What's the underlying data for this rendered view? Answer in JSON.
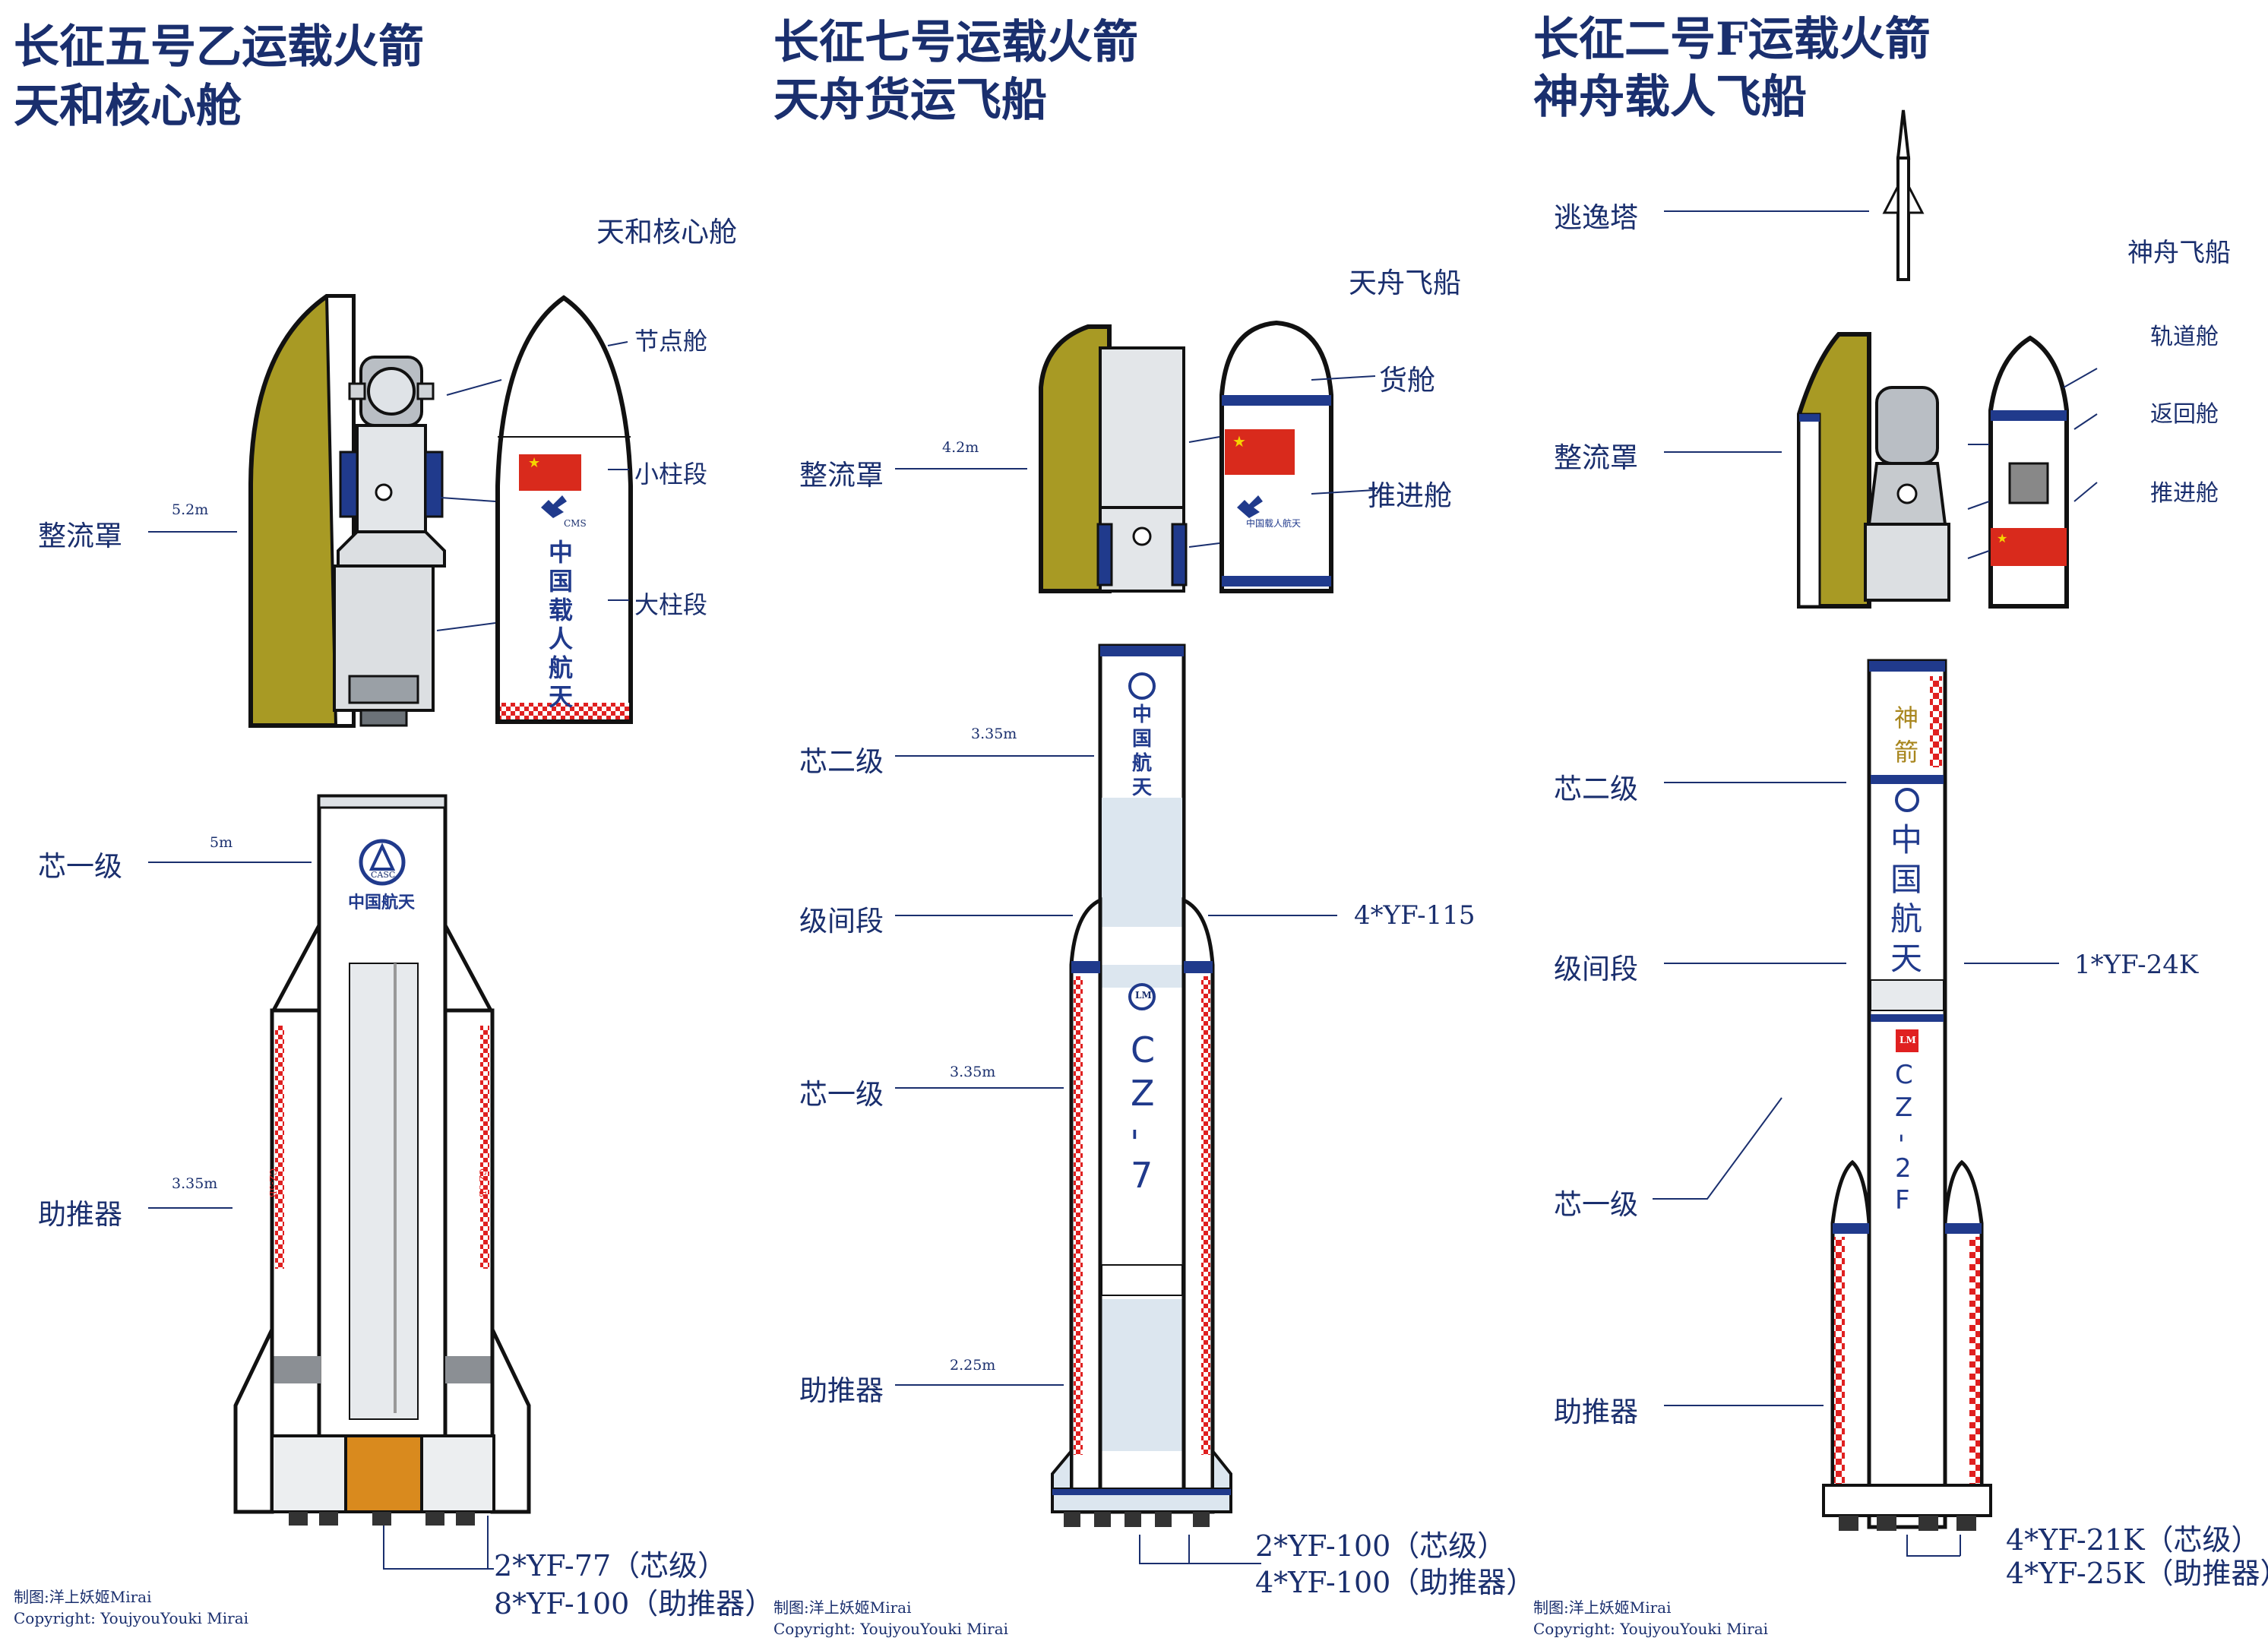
{
  "colors": {
    "ink": "#1a2f6e",
    "fairing_gold": "#a89a24",
    "flag_red": "#d92a1c",
    "stripe_red": "#e02020",
    "body_gray": "#e9ecef",
    "navy_band": "#203a8c",
    "orange_engine": "#d98a1e",
    "pale_blue": "#dce6ef"
  },
  "panels": [
    {
      "id": "cz5b",
      "title_line1": "长征五号乙运载火箭",
      "title_line2": "天和核心舱",
      "payload_name": "天和核心舱",
      "payload_parts": [
        "节点舱",
        "小柱段",
        "大柱段"
      ],
      "fairing_text": "中国载人航天",
      "fairing_logo": "CMS",
      "labels": {
        "fairing": "整流罩",
        "core1": "芯一级",
        "booster": "助推器"
      },
      "dims": {
        "fairing": "5.2m",
        "core1": "5m",
        "booster": "3.35m"
      },
      "rocket_marks": {
        "logo": "CASC",
        "name": "中国航天",
        "booster_mark": "CZ-5B"
      },
      "engines": [
        "2*YF-77（芯级）",
        "8*YF-100（助推器）"
      ],
      "credit_1": "制图:洋上妖姬Mirai",
      "credit_2": "Copyright: YoujyouYouki Mirai"
    },
    {
      "id": "cz7",
      "title_line1": "长征七号运载火箭",
      "title_line2": "天舟货运飞船",
      "payload_name": "天舟飞船",
      "payload_parts": [
        "货舱",
        "推进舱"
      ],
      "fairing_text": "中国载人航天",
      "labels": {
        "fairing": "整流罩",
        "core2": "芯二级",
        "interstage": "级间段",
        "core1": "芯一级",
        "booster": "助推器"
      },
      "dims": {
        "fairing": "4.2m",
        "core2": "3.35m",
        "core1": "3.35m",
        "booster": "2.25m"
      },
      "upper_engines": "4*YF-115",
      "rocket_marks": {
        "name": "中国航天",
        "lm": "LM",
        "code": [
          "C",
          "Z",
          "-",
          "7"
        ]
      },
      "engines": [
        "2*YF-100（芯级）",
        "4*YF-100（助推器）"
      ],
      "credit_1": "制图:洋上妖姬Mirai",
      "credit_2": "Copyright: YoujyouYouki Mirai"
    },
    {
      "id": "cz2f",
      "title_line1": "长征二号F运载火箭",
      "title_line2": "神舟载人飞船",
      "payload_name": "神舟飞船",
      "payload_parts": [
        "轨道舱",
        "返回舱",
        "推进舱"
      ],
      "labels": {
        "escape": "逃逸塔",
        "fairing": "整流罩",
        "core2": "芯二级",
        "interstage": "级间段",
        "core1": "芯一级",
        "booster": "助推器"
      },
      "upper_engines": "1*YF-24K",
      "rocket_marks": {
        "shenjian": [
          "神",
          "箭"
        ],
        "name": [
          "中",
          "国",
          "航",
          "天"
        ],
        "lm": "LM",
        "code": [
          "C",
          "Z",
          "-",
          "2",
          "F"
        ]
      },
      "engines": [
        "4*YF-21K（芯级）",
        "4*YF-25K（助推器）"
      ],
      "credit_1": "制图:洋上妖姬Mirai",
      "credit_2": "Copyright: YoujyouYouki Mirai"
    }
  ]
}
